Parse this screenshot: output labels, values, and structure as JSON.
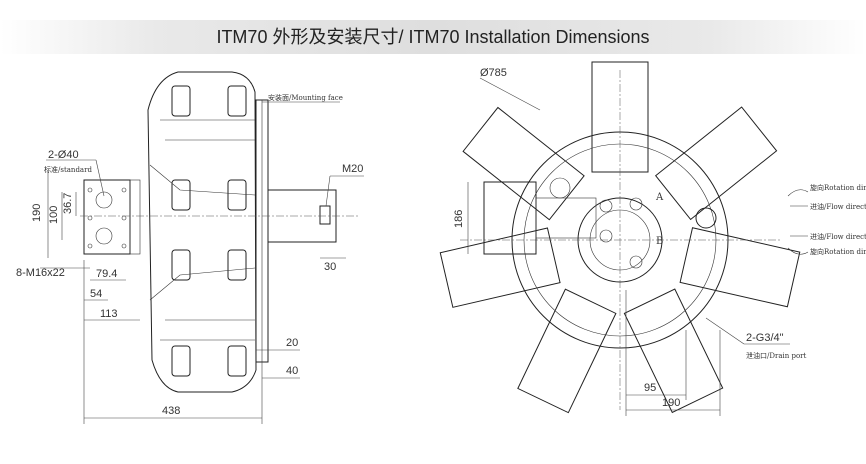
{
  "title": "ITM70 外形及安装尺寸/ ITM70 Installation Dimensions",
  "side_view": {
    "mounting_face": "安装面/Mounting face",
    "holes": "2-Ø40",
    "standard": "标准/standard",
    "shaft": "M20",
    "bolts": "8-M16x22",
    "dim_190": "190",
    "dim_100": "100",
    "dim_36_7": "36.7",
    "dim_79_4": "79.4",
    "dim_54": "54",
    "dim_113": "113",
    "dim_30": "30",
    "dim_20": "20",
    "dim_40": "40",
    "dim_438": "438"
  },
  "front_view": {
    "diameter": "Ø785",
    "dim_186": "186",
    "port_a": "A",
    "port_b": "B",
    "rotation_1_cn": "旋向",
    "rotation_1_en": "Rotation direction",
    "flow_1": "进油/Flow direction",
    "flow_2": "进油/Flow direction",
    "rotation_2_cn": "旋向",
    "rotation_2_en": "Rotation direction",
    "drain": "2-G3/4\"",
    "drain_label": "泄油口/Drain port",
    "dim_95": "95",
    "dim_190": "190"
  }
}
